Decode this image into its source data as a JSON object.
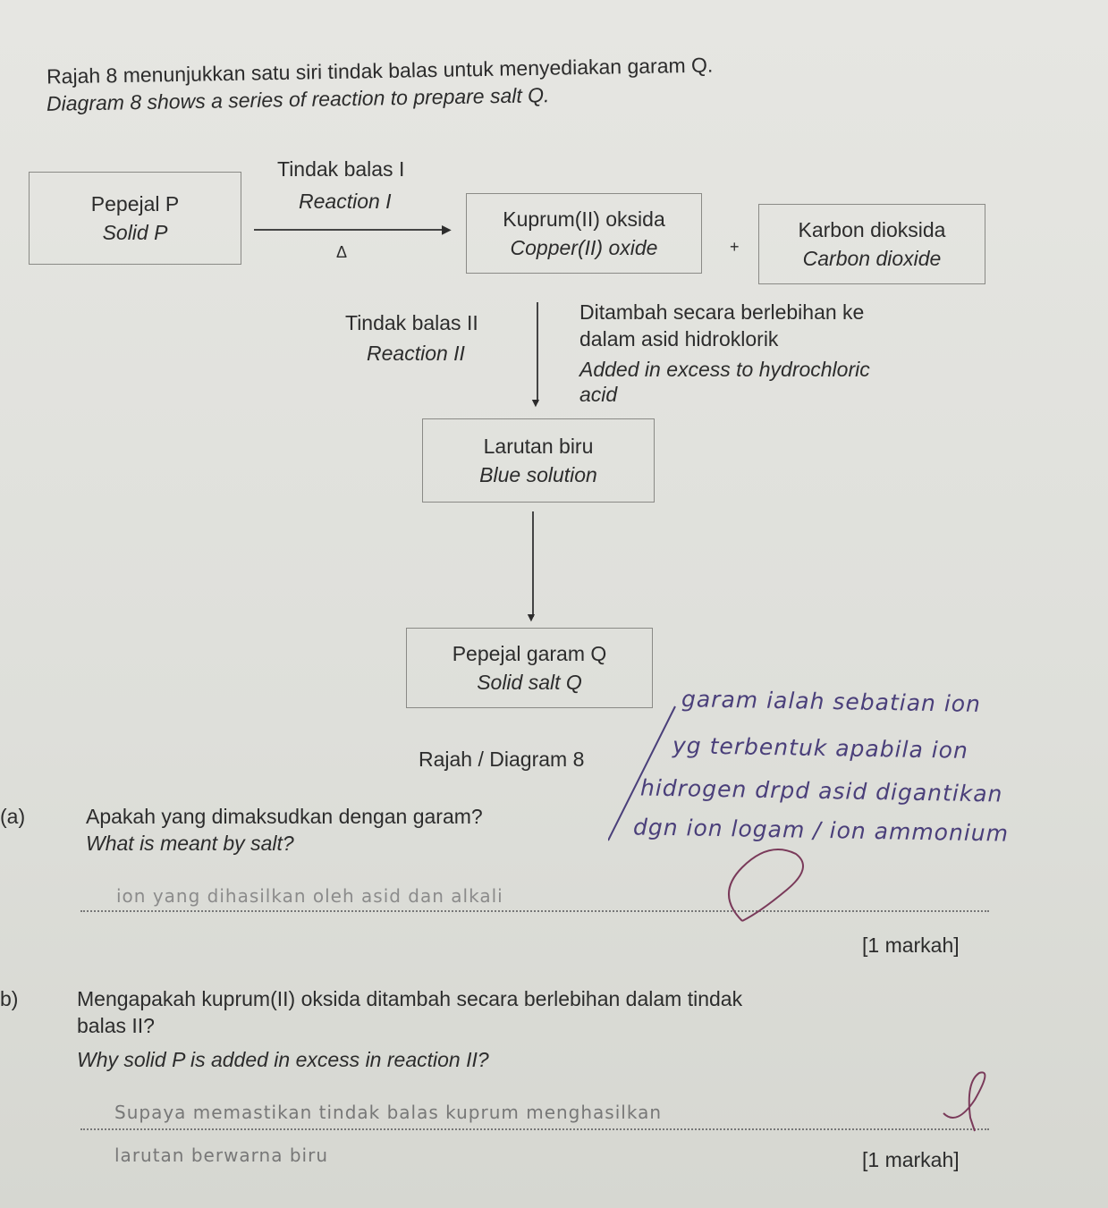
{
  "intro": {
    "ms": "Rajah 8 menunjukkan satu siri tindak balas untuk menyediakan garam Q.",
    "en": "Diagram 8 shows a series of reaction to prepare salt Q."
  },
  "diagram": {
    "solid_p": {
      "ms": "Pepejal P",
      "en": "Solid P"
    },
    "reaction1": {
      "ms": "Tindak balas I",
      "en": "Reaction I",
      "condition": "Δ"
    },
    "copper_oxide": {
      "ms": "Kuprum(II) oksida",
      "en": "Copper(II) oxide"
    },
    "plus": "+",
    "co2": {
      "ms": "Karbon dioksida",
      "en": "Carbon dioxide"
    },
    "reaction2": {
      "ms": "Tindak balas II",
      "en": "Reaction II"
    },
    "added": {
      "ms1": "Ditambah secara berlebihan ke",
      "ms2": "dalam asid hidroklorik",
      "en1": "Added in excess to hydrochloric",
      "en2": "acid"
    },
    "blue": {
      "ms": "Larutan biru",
      "en": "Blue solution"
    },
    "salt_q": {
      "ms": "Pepejal garam Q",
      "en": "Solid salt Q"
    },
    "caption": "Rajah / Diagram 8"
  },
  "qa": {
    "label": "(a)",
    "ms": "Apakah yang dimaksudkan dengan garam?",
    "en": "What is meant by salt?",
    "mark": "[1 markah]",
    "answer_lines": [
      "garam ialah sebatian ion",
      "yg terbentuk apabila ion",
      "hidrogen drpd asid digantikan",
      "dgn ion logam / ion ammonium"
    ],
    "pencil": "ion yang dihasilkan oleh asid dan alkali"
  },
  "qb": {
    "label": "b)",
    "ms1": "Mengapakah kuprum(II) oksida ditambah secara berlebihan dalam tindak",
    "ms2": "balas II?",
    "en": "Why solid P is added in excess in reaction II?",
    "mark": "[1 markah]",
    "answer1": "Supaya memastikan tindak balas kuprum menghasilkan",
    "answer2": "larutan berwarna biru"
  },
  "colors": {
    "ink": "#4a3f7a",
    "tick": "#7a3a5a"
  }
}
